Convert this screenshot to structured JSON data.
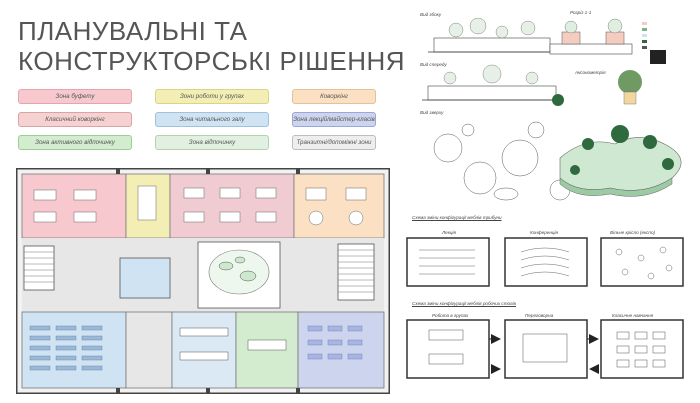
{
  "title": {
    "line1": "ПЛАНУВАЛЬНІ ТА",
    "line2": "КОНСТРУКТОРСЬКІ РІШЕННЯ"
  },
  "legend": [
    {
      "label": "Зона буфету",
      "color": "#f7c9cf"
    },
    {
      "label": "Зони роботи у групах",
      "color": "#f3efb4"
    },
    {
      "label": "Коворкінг",
      "color": "#fbe0c3"
    },
    {
      "label": "Класичний коворкінг",
      "color": "#f6d1d1"
    },
    {
      "label": "Зона читального залу",
      "color": "#cfe3f2"
    },
    {
      "label": "Зона лекцій/майстер-класів",
      "color": "#cdd4ee"
    },
    {
      "label": "Зона активного відпочинку",
      "color": "#d3eccf"
    },
    {
      "label": "Зона відпочинку",
      "color": "#e2f0e1"
    },
    {
      "label": "Транзитні/допоміжні зони",
      "color": "#e4e4e4"
    }
  ],
  "sections": {
    "v1": "Вид збоку",
    "v2": "Вид спереду",
    "v3": "Вид зверху",
    "cut": "Розріз 1-1",
    "axon": "Аксонометрія",
    "trans1": "Схема зміни конфігурації меблів трибуни",
    "trans2": "Схема зміни конфігурації меблів робочих столів",
    "p1": "Лекція",
    "p2": "Конференція",
    "p3": "Вільне крісло (експо)",
    "p4": "Робота в групах",
    "p5": "Переговорна",
    "p6": "Класичне навчання"
  },
  "colors": {
    "wall": "#444",
    "accent": "#77b58a"
  }
}
